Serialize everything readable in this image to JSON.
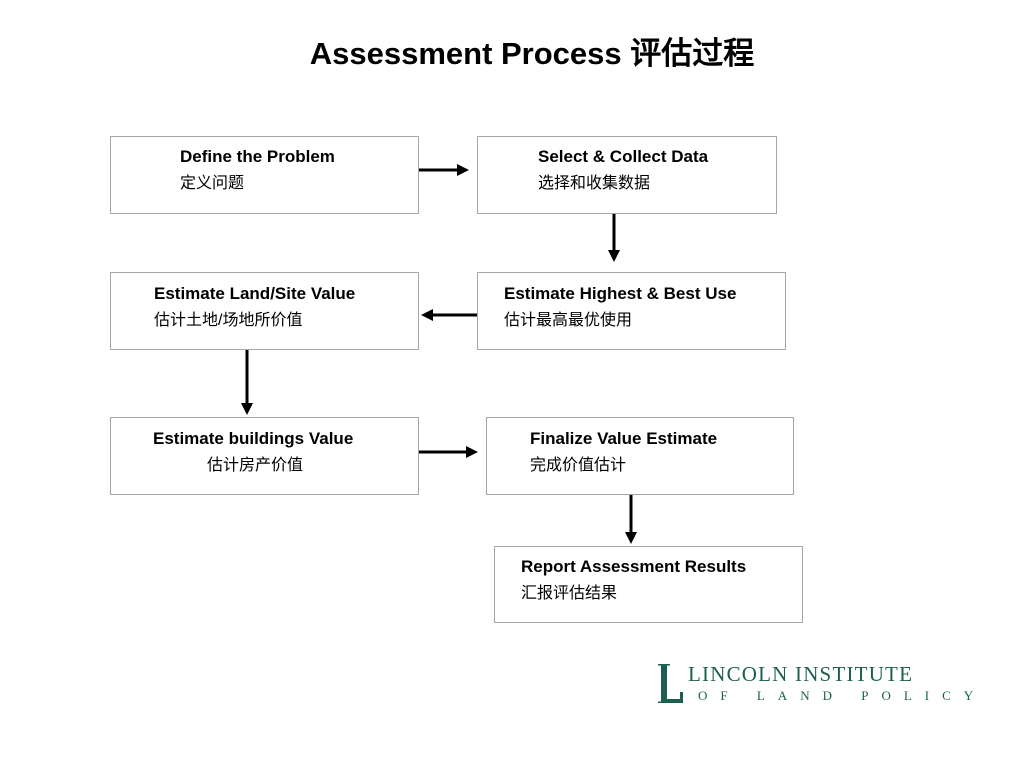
{
  "title": "Assessment Process 评估过程",
  "steps": [
    {
      "en": "Define the Problem",
      "zh": "定义问题"
    },
    {
      "en": "Select & Collect Data",
      "zh": "选择和收集数据"
    },
    {
      "en": "Estimate Highest & Best Use",
      "zh": "估计最高最优使用"
    },
    {
      "en": "Estimate Land/Site Value",
      "zh": "估计土地/场地所价值"
    },
    {
      "en": "Estimate buildings Value",
      "zh": "估计房产价值"
    },
    {
      "en": "Finalize Value Estimate",
      "zh": "完成价值估计"
    },
    {
      "en": "Report Assessment Results",
      "zh": "汇报评估结果"
    }
  ],
  "logo": {
    "letter": "L",
    "line1": "LINCOLN INSTITUTE",
    "line2": "OF LAND POLICY",
    "color": "#1c5e4f"
  }
}
